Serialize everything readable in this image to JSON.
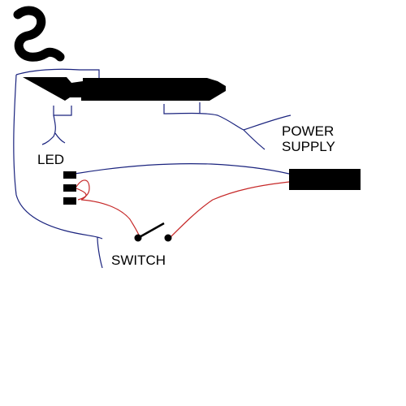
{
  "labels": {
    "power_supply": "POWER\nSUPPLY",
    "led": "LED",
    "switch": "SWITCH"
  },
  "colors": {
    "background": "#ffffff",
    "ink": "#000000",
    "wire_blue": "#1a237e",
    "wire_red": "#c62828"
  }
}
